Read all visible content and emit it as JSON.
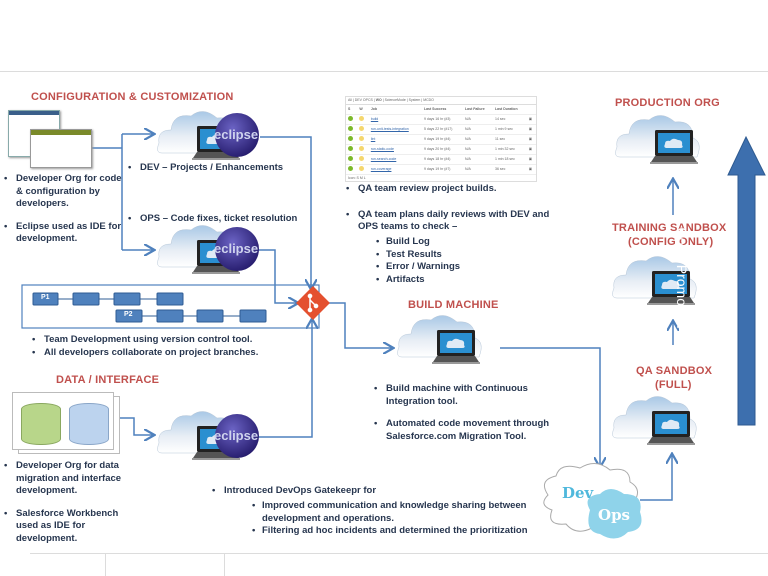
{
  "config": {
    "title": "CONFIGURATION & CUSTOMIZATION",
    "bullets": [
      "Developer Org for code & configuration by developers.",
      "Eclipse used as IDE for development."
    ],
    "dev_label": "DEV – Projects / Enhancements",
    "ops_label": "OPS – Code fixes, ticket resolution"
  },
  "eclipse_logo": "eclipse",
  "branches": {
    "p1": "P1",
    "p2": "P2",
    "bullets": [
      "Team Development  using version control tool.",
      "All developers collaborate on project branches."
    ]
  },
  "data_interface": {
    "title": "DATA / INTERFACE",
    "bullets": [
      "Developer Org for data migration and interface development.",
      "Salesforce Workbench used as IDE for development."
    ]
  },
  "jenkins": {
    "tabs": [
      "All",
      "DEV OPCS",
      "WO",
      "ScienceMode",
      "System",
      "MCDO"
    ],
    "headers": [
      "S",
      "W",
      "Job",
      "Last Success",
      "Last Failure",
      "Last Duration"
    ],
    "rows": [
      [
        "build",
        "9 days 16 hr (#3)",
        "N/A",
        "14 sec"
      ],
      [
        "run-unit-tests-integration",
        "5 days 22 hr (#17)",
        "N/A",
        "1 min 9 sec"
      ],
      [
        "lint",
        "9 days 19 hr (#4)",
        "N/A",
        "11 sec"
      ],
      [
        "run-static-code",
        "9 days 20 hr (#4)",
        "N/A",
        "1 min 32 sec"
      ],
      [
        "run-search-code",
        "9 days 18 hr (#4)",
        "N/A",
        "1 min 18 sec"
      ],
      [
        "run-coverage",
        "9 days 19 hr (#7)",
        "N/A",
        "36 sec"
      ]
    ],
    "footer": "Icon: S M L"
  },
  "qa": {
    "bullets": [
      "QA team review project builds.",
      "QA team plans daily reviews with DEV and  OPS teams to check –"
    ],
    "checks": [
      "Build Log",
      "Test Results",
      "Error / Warnings",
      "Artifacts"
    ]
  },
  "build_machine": {
    "title": "BUILD MACHINE",
    "bullets": [
      "Build machine with  Continuous Integration tool.",
      "Automated code movement through Salesforce.com Migration Tool."
    ]
  },
  "devops": {
    "intro": "Introduced DevOps Gatekeepr for",
    "items": [
      "Improved communication and knowledge sharing between development and operations.",
      "Filtering ad hoc incidents and determined the prioritization"
    ],
    "logo_dev": "Dev",
    "logo_ops": "Ops"
  },
  "environments": {
    "production": "PRODUCTION ORG",
    "training": "TRAINING SANDBOX",
    "training_sub": "(CONFIG ONLY)",
    "qa": "QA SANDBOX",
    "qa_sub": "(FULL)"
  },
  "code_promotion": "Code Promotion",
  "colors": {
    "title_red": "#c0504d",
    "connector_blue": "#4f81bd",
    "git_orange": "#e4502f",
    "eclipse_purple": "#3b2f8c"
  }
}
